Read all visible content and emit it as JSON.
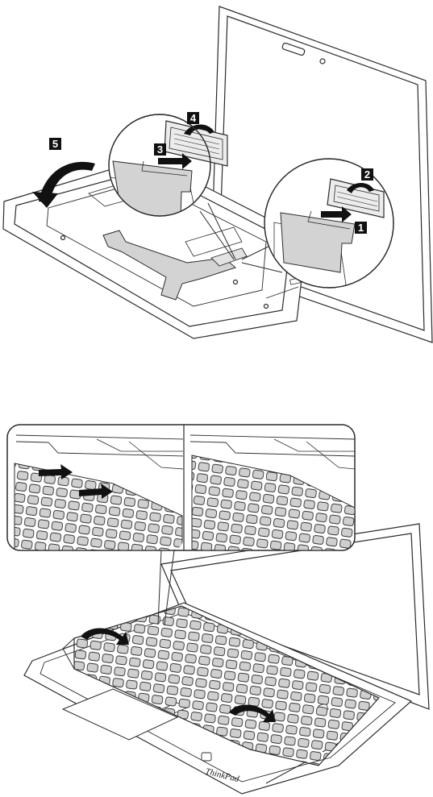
{
  "steps": {
    "step1": "1",
    "step2": "2",
    "step3": "3",
    "step4": "4",
    "step5": "5"
  },
  "brand": {
    "logo_text": "ThinkPad"
  },
  "colors": {
    "line": "#2b2b2b",
    "cable": "#d3d3d3",
    "keys": "#c9c9c9",
    "label_bg": "#111111",
    "arrow": "#111111"
  }
}
